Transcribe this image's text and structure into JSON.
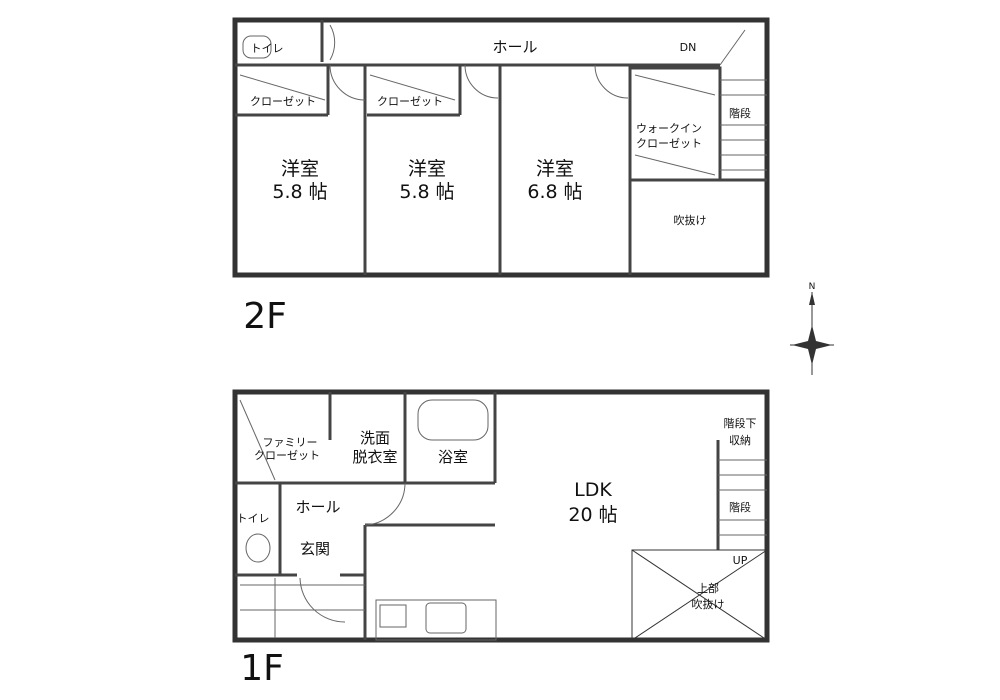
{
  "floor2": {
    "floor_label": "2F",
    "toilet": "トイレ",
    "hall": "ホール",
    "down": "DN",
    "closet_1": "クローゼット",
    "closet_2": "クローゼット",
    "stairs": "階段",
    "walk_in_1": "ウォークイン",
    "walk_in_2": "クローゼット",
    "room_1": {
      "name": "洋室",
      "size": "5.8 帖"
    },
    "room_2": {
      "name": "洋室",
      "size": "5.8 帖"
    },
    "room_3": {
      "name": "洋室",
      "size": "6.8 帖"
    },
    "void": "吹抜け"
  },
  "floor1": {
    "floor_label": "1F",
    "family_closet_1": "ファミリー",
    "family_closet_2": "クローゼット",
    "washroom_1": "洗面",
    "washroom_2": "脱衣室",
    "bath": "浴室",
    "hall": "ホール",
    "toilet": "トイレ",
    "entrance": "玄関",
    "ldk": "LDK",
    "ldk_size": "20 帖",
    "under_stairs_1": "階段下",
    "under_stairs_2": "収納",
    "stairs": "階段",
    "up": "UP",
    "void_above_1": "上部",
    "void_above_2": "吹抜け"
  },
  "compass": {
    "north": "N"
  }
}
